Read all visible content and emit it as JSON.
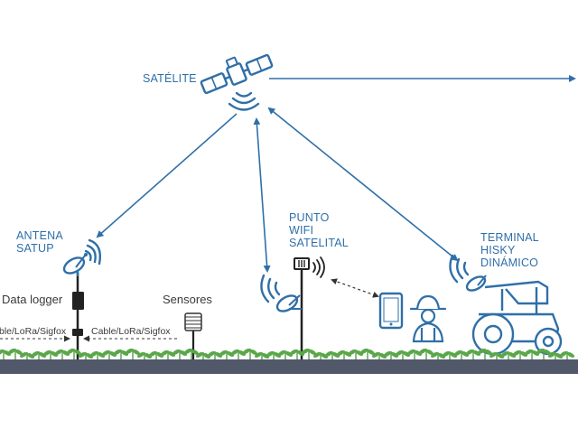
{
  "labels": {
    "satellite": "SATÉLITE",
    "antenna": [
      "ANTENA",
      "SATUP"
    ],
    "wifi_point": [
      "PUNTO",
      "WIFI",
      "SATELITAL"
    ],
    "terminal": [
      "TERMINAL",
      "HISKY",
      "DINÁMICO"
    ],
    "data_logger": "Data logger",
    "sensors": "Sensores",
    "link_left": "ble/LoRa/Sigfox",
    "link_right": "Cable/LoRa/Sigfox"
  },
  "colors": {
    "accent": "#2f6fa8",
    "dark": "#3b3b3b",
    "ground": "#50586a",
    "plant": "#5aa74a"
  },
  "icons": [
    "satellite-icon",
    "dish-antenna-icon",
    "wifi-waves-icon",
    "data-logger-icon",
    "sensor-icon",
    "tablet-icon",
    "farmer-icon",
    "tractor-icon",
    "router-icon"
  ]
}
